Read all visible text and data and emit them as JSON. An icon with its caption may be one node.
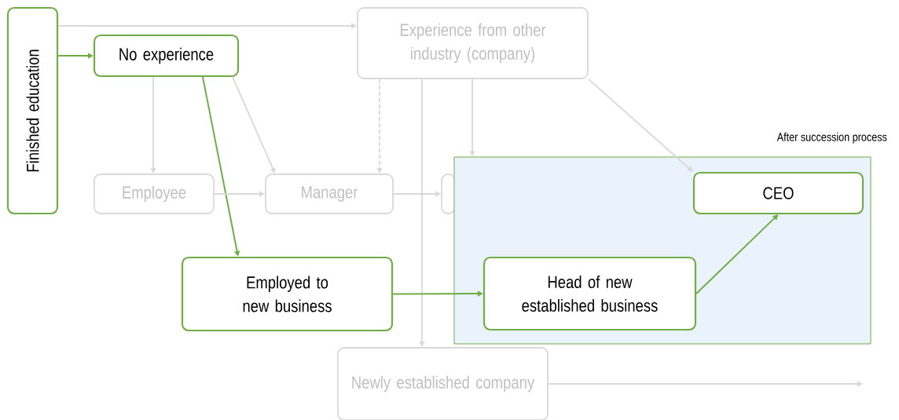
{
  "diagram": {
    "nodes": [
      {
        "text": [
          "Finished education"
        ]
      },
      {
        "text": [
          "No experience"
        ]
      },
      {
        "text": [
          "Experience from other industry (company)"
        ]
      },
      {
        "text": [
          "Employee"
        ]
      },
      {
        "text": [
          "Manager"
        ]
      },
      {
        "text": [],
        "shape": "box"
      },
      {
        "text": [
          "After succession process"
        ]
      },
      {
        "text": [
          "CEO"
        ],
        "in": 6
      },
      {
        "text": [
          "Employed to new business"
        ]
      },
      {
        "text": [
          "Head of new established business"
        ],
        "in": 6
      },
      {
        "text": [
          "Newly established company"
        ]
      }
    ],
    "edges": [
      {
        "from": 0,
        "to": 2,
        "arrow": "to"
      },
      {
        "from": 0,
        "to": 1,
        "arrow": "to",
        "color": "#70ad47"
      },
      {
        "from": 1,
        "to": 3,
        "arrow": "to"
      },
      {
        "from": 1,
        "to": 4,
        "arrow": "to"
      },
      {
        "from": 1,
        "to": 8,
        "arrow": "to",
        "color": "#70ad47"
      },
      {
        "from": 2,
        "to": 4,
        "arrow": "to",
        "style": "dashed"
      },
      {
        "from": 2,
        "to": 10,
        "arrow": "to"
      },
      {
        "from": 2,
        "to": 6,
        "arrow": "to"
      },
      {
        "from": 2,
        "to": 7,
        "arrow": "to"
      },
      {
        "from": 3,
        "to": 4,
        "arrow": "to"
      },
      {
        "from": 4,
        "to": 5,
        "arrow": "to"
      },
      {
        "from": 8,
        "to": 9,
        "arrow": "to",
        "color": "#70ad47"
      },
      {
        "from": 9,
        "to": 7,
        "arrow": "to",
        "color": "#70ad47"
      },
      {
        "from": 10,
        "to": null,
        "arrow": "to"
      }
    ]
  }
}
